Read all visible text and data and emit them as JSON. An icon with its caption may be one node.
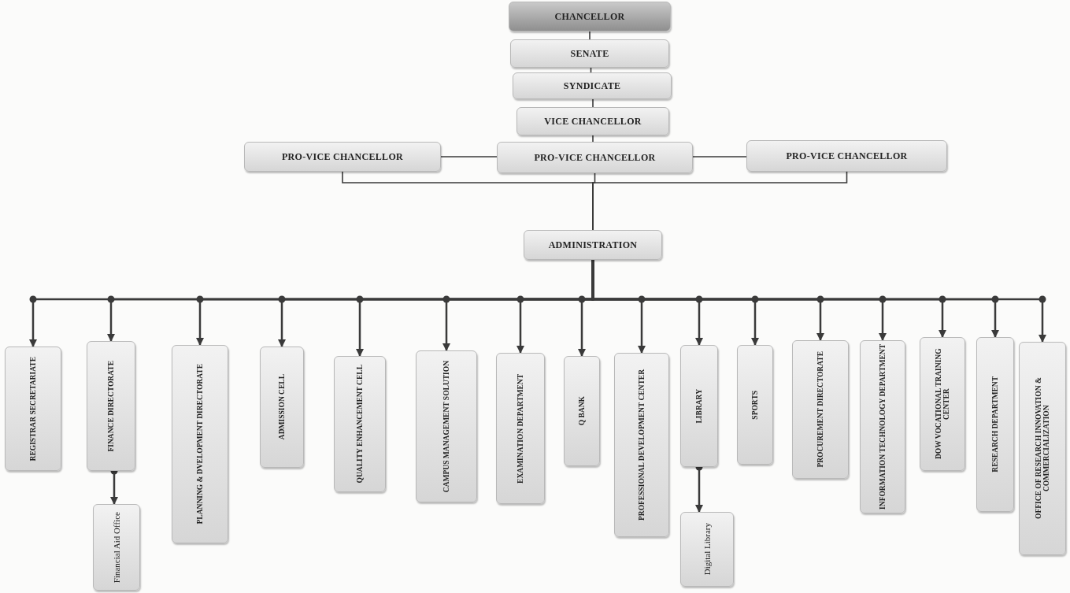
{
  "diagram": {
    "nodes": [
      {
        "text": [
          "CHANCELLOR"
        ]
      },
      {
        "text": [
          "SENATE"
        ]
      },
      {
        "text": [
          "SYNDICATE"
        ]
      },
      {
        "text": [
          "VICE CHANCELLOR"
        ]
      },
      {
        "text": [
          "PRO-VICE CHANCELLOR"
        ]
      },
      {
        "text": [
          "PRO-VICE CHANCELLOR"
        ]
      },
      {
        "text": [
          "PRO-VICE CHANCELLOR"
        ]
      },
      {
        "text": [
          "ADMINISTRATION"
        ]
      },
      {
        "text": [
          "REGISTRAR SECRETARIATE"
        ]
      },
      {
        "text": [
          "FINANCE DIRECTORATE"
        ]
      },
      {
        "text": [
          "PLANNING & DVELOPMENT DIRECTORATE"
        ]
      },
      {
        "text": [
          "ADMISSION CELL"
        ]
      },
      {
        "text": [
          "QUALITY ENHANCEMENT CELL"
        ]
      },
      {
        "text": [
          "CAMPUS MANAGEMENT SOLUTION"
        ]
      },
      {
        "text": [
          "EXAMINATION DEPARTMENT"
        ]
      },
      {
        "text": [
          "Q BANK"
        ]
      },
      {
        "text": [
          "PROFESSIONAL DEVELOPMENT CENTER"
        ]
      },
      {
        "text": [
          "LIBRARY"
        ]
      },
      {
        "text": [
          "SPORTS"
        ]
      },
      {
        "text": [
          "PROCUREMENT DIRECTORATE"
        ]
      },
      {
        "text": [
          "INFORMATION TECHNOLOGY DEPARTMENT"
        ]
      },
      {
        "text": [
          "DOW VOCATIONAL TRAINING CENTER"
        ]
      },
      {
        "text": [
          "RESEARCH DEPARTMENT"
        ]
      },
      {
        "text": [
          "OFFICE OF RESEARCH INNOVATION & COMMERCIALIZATION"
        ]
      },
      {
        "text": [
          "Financial Aid Office"
        ]
      },
      {
        "text": [
          "Digital Library"
        ]
      }
    ],
    "edges": [
      {
        "from": 0,
        "to": 1,
        "arrow": "none"
      },
      {
        "from": 1,
        "to": 2,
        "arrow": "none"
      },
      {
        "from": 2,
        "to": 3,
        "arrow": "none"
      },
      {
        "from": 3,
        "to": 5,
        "arrow": "none"
      },
      {
        "from": 4,
        "to": 5,
        "arrow": "none"
      },
      {
        "from": 5,
        "to": 6,
        "arrow": "none"
      },
      {
        "from": 4,
        "to": 7,
        "arrow": "none"
      },
      {
        "from": 5,
        "to": 7,
        "arrow": "none"
      },
      {
        "from": 6,
        "to": 7,
        "arrow": "none"
      },
      {
        "from": 7,
        "to": 8,
        "arrow": "to"
      },
      {
        "from": 7,
        "to": 9,
        "arrow": "to"
      },
      {
        "from": 7,
        "to": 10,
        "arrow": "to"
      },
      {
        "from": 7,
        "to": 11,
        "arrow": "to"
      },
      {
        "from": 7,
        "to": 12,
        "arrow": "to"
      },
      {
        "from": 7,
        "to": 13,
        "arrow": "to"
      },
      {
        "from": 7,
        "to": 14,
        "arrow": "to"
      },
      {
        "from": 7,
        "to": 15,
        "arrow": "to"
      },
      {
        "from": 7,
        "to": 16,
        "arrow": "to"
      },
      {
        "from": 7,
        "to": 17,
        "arrow": "to"
      },
      {
        "from": 7,
        "to": 18,
        "arrow": "to"
      },
      {
        "from": 7,
        "to": 19,
        "arrow": "to"
      },
      {
        "from": 7,
        "to": 20,
        "arrow": "to"
      },
      {
        "from": 7,
        "to": 21,
        "arrow": "to"
      },
      {
        "from": 7,
        "to": 22,
        "arrow": "to"
      },
      {
        "from": 7,
        "to": 23,
        "arrow": "to"
      },
      {
        "from": 9,
        "to": 24,
        "arrow": "to"
      },
      {
        "from": 17,
        "to": 25,
        "arrow": "to"
      }
    ]
  }
}
